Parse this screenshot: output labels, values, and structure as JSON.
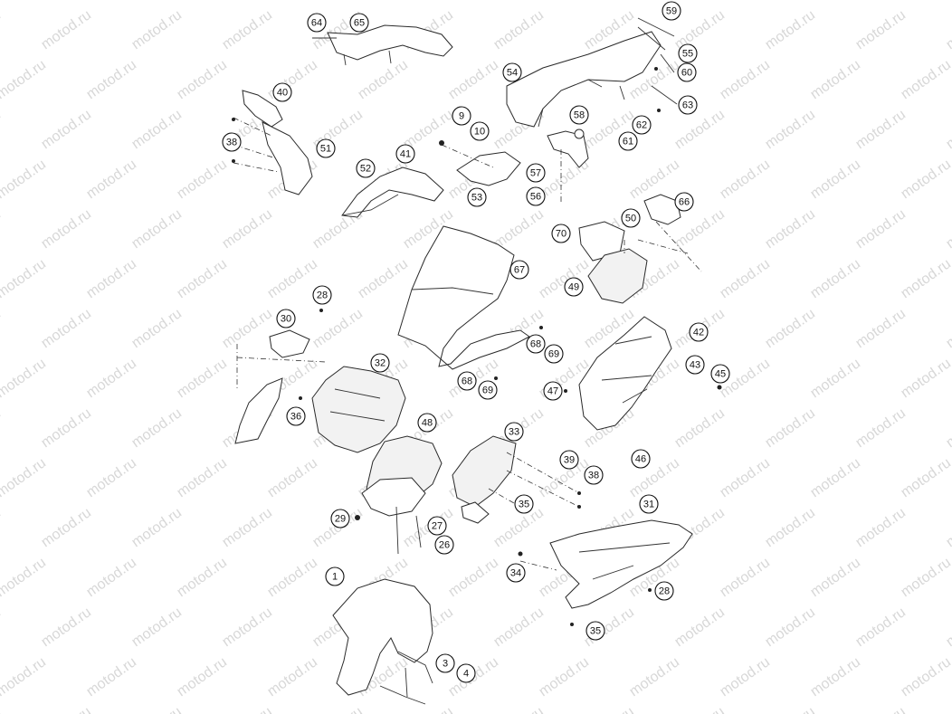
{
  "watermark": "motod.ru",
  "callouts": [
    "64",
    "65",
    "59",
    "55",
    "60",
    "54",
    "63",
    "40",
    "9",
    "10",
    "58",
    "62",
    "61",
    "38",
    "51",
    "41",
    "52",
    "53",
    "57",
    "56",
    "66",
    "50",
    "70",
    "67",
    "28",
    "49",
    "30",
    "32",
    "68",
    "69",
    "42",
    "43",
    "45",
    "47",
    "36",
    "68",
    "69",
    "33",
    "46",
    "48",
    "39",
    "38",
    "35",
    "31",
    "29",
    "27",
    "26",
    "34",
    "28",
    "1",
    "35",
    "3",
    "4"
  ]
}
